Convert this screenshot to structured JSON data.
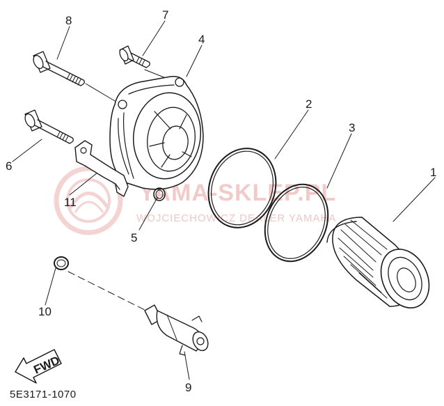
{
  "diagram": {
    "callouts": [
      {
        "id": "1",
        "label": "1"
      },
      {
        "id": "2",
        "label": "2"
      },
      {
        "id": "3",
        "label": "3"
      },
      {
        "id": "4",
        "label": "4"
      },
      {
        "id": "5",
        "label": "5"
      },
      {
        "id": "6",
        "label": "6"
      },
      {
        "id": "7",
        "label": "7"
      },
      {
        "id": "8",
        "label": "8"
      },
      {
        "id": "9",
        "label": "9"
      },
      {
        "id": "10",
        "label": "10"
      },
      {
        "id": "11",
        "label": "11"
      }
    ],
    "fwd_label": "FWD",
    "diagram_code": "5E3171-1070"
  },
  "watermark": {
    "brand": "YAMA-SKLEP.PL",
    "dealer": "WOJCIECHOWICZ DEALER YAMAHA"
  },
  "colors": {
    "ink": "#1a1a1a",
    "watermark": "#e8a0a0"
  }
}
